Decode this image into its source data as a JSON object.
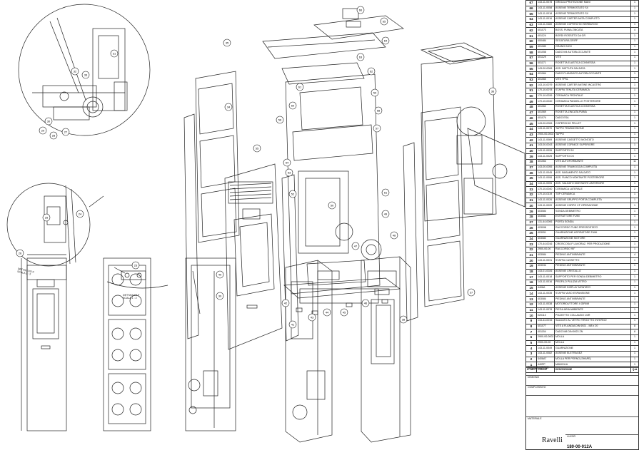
{
  "bom": {
    "header": {
      "pos": "N°PARTE",
      "code": "CODICE",
      "desc": "DESCRIZIONE",
      "qty": "Q.tà"
    },
    "rows": [
      {
        "pos": "67",
        "code": "143-11-0078",
        "desc": "GRIGLIA PROTEZIONE MANI",
        "qty": "1"
      },
      {
        "pos": "66",
        "code": "143-11-0058",
        "desc": "ASSEME TERMOSTATO SX",
        "qty": "1"
      },
      {
        "pos": "65",
        "code": "143-11-0018",
        "desc": "ASSEME TERMOSTATO SX",
        "qty": "1"
      },
      {
        "pos": "64",
        "code": "143-11-0016",
        "desc": "ASSEME CARTER ANTA COMPLETO",
        "qty": "1"
      },
      {
        "pos": "63",
        "code": "143-11-0480",
        "desc": "ASSEME COPERCHIO SERBATOIO",
        "qty": "1"
      },
      {
        "pos": "62",
        "code": "401073",
        "desc": "BOSS. PIANA ZINCATA",
        "qty": "4"
      },
      {
        "pos": "61",
        "code": "401124",
        "desc": "BORDI ROSSETO DA GR",
        "qty": "1"
      },
      {
        "pos": "60",
        "code": "400484",
        "desc": "SEGATURA GRIFF",
        "qty": "1"
      },
      {
        "pos": "59",
        "code": "401080",
        "desc": "GRANO INOX",
        "qty": "1"
      },
      {
        "pos": "58",
        "code": "401058",
        "desc": "DADO M4 AUTOBLOCCANTE",
        "qty": "1"
      },
      {
        "pos": "57",
        "code": "401129",
        "desc": "VITE",
        "qty": "1"
      },
      {
        "pos": "56",
        "code": "401171",
        "desc": "ROSETTA ELASTICA CONVESSA",
        "qty": "1"
      },
      {
        "pos": "55",
        "code": "143-00-0006",
        "desc": "ASS. BATTUTA SALDATA",
        "qty": "1"
      },
      {
        "pos": "54",
        "code": "401064",
        "desc": "DADO FLANGIATO AUTOBLOCCANTE",
        "qty": "1"
      },
      {
        "pos": "53",
        "code": "401060",
        "desc": "VITE TPSL",
        "qty": "1"
      },
      {
        "pos": "52",
        "code": "143-10-0079",
        "desc": "ASSEME CARTER ANTINE INCASTRO",
        "qty": "1"
      },
      {
        "pos": "51",
        "code": "170-10-0078",
        "desc": "STAFFA TENUTA CERAMICA",
        "qty": "1"
      },
      {
        "pos": "50",
        "code": "170-10-0039",
        "desc": "CERAMICA FRONTALE",
        "qty": "1"
      },
      {
        "pos": "49",
        "code": "170-10-0040",
        "desc": "CERAMICA PANNELLO POSTERIORE",
        "qty": "1"
      },
      {
        "pos": "48",
        "code": "401062",
        "desc": "ROSETTA ELASTICA CONVESSA",
        "qty": "1"
      },
      {
        "pos": "47",
        "code": "401069",
        "desc": "ROSETTA ZINCATA PIANA",
        "qty": "1"
      },
      {
        "pos": "46",
        "code": "401074",
        "desc": "DADO ESA",
        "qty": "1"
      },
      {
        "pos": "45",
        "code": "143-00-0006",
        "desc": "COPERCHIO PELLET",
        "qty": "1"
      },
      {
        "pos": "44",
        "code": "143-11-0070",
        "desc": "TAPPO TRASMISSIONE",
        "qty": "1"
      },
      {
        "pos": "43",
        "code": "2900-00-0002",
        "desc": "TAPPO",
        "qty": "1"
      },
      {
        "pos": "42",
        "code": "143-11-0069",
        "desc": "ASSEME CASSETTO MONTATO",
        "qty": "1"
      },
      {
        "pos": "41",
        "code": "143-00-0043",
        "desc": "ASSEME CORNICE SUPERIORE",
        "qty": "1"
      },
      {
        "pos": "40",
        "code": "143-11-0026",
        "desc": "SUPPORTO SX",
        "qty": "1"
      },
      {
        "pos": "39",
        "code": "143-11-0025",
        "desc": "SUPPORTO DX",
        "qty": "1"
      },
      {
        "pos": "38",
        "code": "401064",
        "desc": "VITE AUTOFORMANTE",
        "qty": "11"
      },
      {
        "pos": "37",
        "code": "143-00-0055",
        "desc": "ASSEME TRAMOGGIA COMPLETA",
        "qty": "1"
      },
      {
        "pos": "36",
        "code": "143-11-0045",
        "desc": "ASS. BASAMENTO SALDATO",
        "qty": "1"
      },
      {
        "pos": "35",
        "code": "143-11-0006",
        "desc": "ASS. FIANCO MONTANTE POSTERIORE",
        "qty": "1"
      },
      {
        "pos": "34",
        "code": "143-11-0005",
        "desc": "ASS. SALDATO MONTANTE ANTERIORE",
        "qty": "1"
      },
      {
        "pos": "33",
        "code": "170-10-0040",
        "desc": "CERAMICA LATERALE",
        "qty": "2"
      },
      {
        "pos": "32",
        "code": "170-10-0119",
        "desc": "TOP CERAMICA",
        "qty": "1"
      },
      {
        "pos": "31",
        "code": "143-11-0026",
        "desc": "ASSEME GRUPPO PORTA COMPLETA",
        "qty": "1"
      },
      {
        "pos": "30",
        "code": "143-11-0020",
        "desc": "ASSEME CORPO CF OPERAZIONE",
        "qty": "1"
      },
      {
        "pos": "29",
        "code": "403084",
        "desc": "SONDA DEBIMETRO",
        "qty": "1"
      },
      {
        "pos": "28",
        "code": "403082",
        "desc": "ESTRATTORE FUMI",
        "qty": "1"
      },
      {
        "pos": "27",
        "code": "131-44-0006",
        "desc": "PORTA SONDA",
        "qty": "1"
      },
      {
        "pos": "26",
        "code": "403098",
        "desc": "RACCORDO TUBO PRESSOSTATO",
        "qty": "1"
      },
      {
        "pos": "25",
        "code": "403051",
        "desc": "GUARNIZIONE ASPIRATORE FUMI",
        "qty": "1"
      },
      {
        "pos": "24",
        "code": "403082",
        "desc": "GUARNIZIONE MOTORE",
        "qty": "1"
      },
      {
        "pos": "23",
        "code": "170-44-0016",
        "desc": "CRIOSCOSA F LAVORAZ. PER PRODUZIONE",
        "qty": "1"
      },
      {
        "pos": "22",
        "code": "2900-00-00",
        "desc": "RACCORDO 90°",
        "qty": "1"
      },
      {
        "pos": "21",
        "code": "403084",
        "desc": "PIEDINO ANTIVIBRANTE",
        "qty": "4"
      },
      {
        "pos": "20",
        "code": "143-11-0031",
        "desc": "STAFFA CASSETTO",
        "qty": "1"
      },
      {
        "pos": "19",
        "code": "403034",
        "desc": "PIEDINO ANTIVIBRANTE",
        "qty": "1"
      },
      {
        "pos": "18",
        "code": "143-01-0026",
        "desc": "ASSEME CRISTALLO",
        "qty": "1"
      },
      {
        "pos": "17",
        "code": "143-11-0018",
        "desc": "SUPPORTO PER SONDA DEBIMETRO",
        "qty": "1"
      },
      {
        "pos": "16",
        "code": "143-11-0016",
        "desc": "PROFILO PULIZIA VETRO",
        "qty": "1"
      },
      {
        "pos": "15",
        "code": "4408A",
        "desc": "ASSEME DISPLAY MONTATO",
        "qty": "1"
      },
      {
        "pos": "14",
        "code": "143-11-0035",
        "desc": "STAFFA VASO ESPANSIONE",
        "qty": "1"
      },
      {
        "pos": "13",
        "code": "403084",
        "desc": "PIEDINO ANTIVIBRANTE",
        "qty": "1"
      },
      {
        "pos": "12",
        "code": "143-11-0038",
        "desc": "MOTORIDUTTORE 4 GIRI/M",
        "qty": "1"
      },
      {
        "pos": "11",
        "code": "143-11-0078",
        "desc": "PIEGA ARIA AMBIENTE",
        "qty": "1"
      },
      {
        "pos": "10",
        "code": "020110",
        "desc": "POZZETTO COLLAUDO 1/4R",
        "qty": "1"
      },
      {
        "pos": "9",
        "code": "143-44-0015",
        "desc": "SALDATO AL VETRO TIRGOTTO INTERNO",
        "qty": "1"
      },
      {
        "pos": "8",
        "code": "401077",
        "desc": "VITE A FLANGIA DIN 6921 - M8 x 20",
        "qty": "8"
      },
      {
        "pos": "7",
        "code": "401154",
        "desc": "DADO M8 DIN 6923 ZN",
        "qty": "8"
      },
      {
        "pos": "6",
        "code": "2900-00-0002",
        "desc": "MOLLA",
        "qty": "1"
      },
      {
        "pos": "5",
        "code": "2900-00-00",
        "desc": "MOLLA",
        "qty": "1"
      },
      {
        "pos": "4",
        "code": "143-11-0049",
        "desc": "GUARNIZIONE",
        "qty": "1"
      },
      {
        "pos": "3",
        "code": "143-11-0082",
        "desc": "ASSEME ELETRAGEZ",
        "qty": "1"
      },
      {
        "pos": "2",
        "code": "4408A7",
        "desc": "MOLLA PER PERNO (SHAPE)",
        "qty": "1"
      },
      {
        "pos": "1",
        "code": "440PP",
        "desc": "MANIGLIA",
        "qty": "1"
      }
    ]
  },
  "title_block": {
    "labels": [
      "DENOMINAZIONE",
      "DISEGNO",
      "COMPLESSIVO",
      "LUXOR",
      "MATERIALE"
    ],
    "brand": "Ravelli",
    "drawing_code": "180-00-012A"
  },
  "details": {
    "detail_c": "DETTAGLIO C\nSCALA 1 : 2",
    "detail_f": "DETTAGLIO F\nSCALA 1 : 2"
  },
  "callouts": [
    "66",
    "65",
    "64",
    "63",
    "62",
    "61",
    "60",
    "59",
    "58",
    "57",
    "56",
    "55",
    "54",
    "53",
    "52",
    "51",
    "50",
    "49",
    "48",
    "47",
    "46",
    "45",
    "44",
    "43",
    "42",
    "41",
    "40",
    "39",
    "38",
    "37",
    "36",
    "35",
    "34",
    "33",
    "32",
    "31",
    "30",
    "29",
    "28",
    "27",
    "26",
    "25",
    "24",
    "23",
    "22",
    "21",
    "20",
    "19",
    "18",
    "17",
    "16",
    "15",
    "14",
    "13",
    "12",
    "11",
    "10",
    "9",
    "8",
    "7",
    "6",
    "5",
    "4",
    "3",
    "2",
    "1"
  ]
}
